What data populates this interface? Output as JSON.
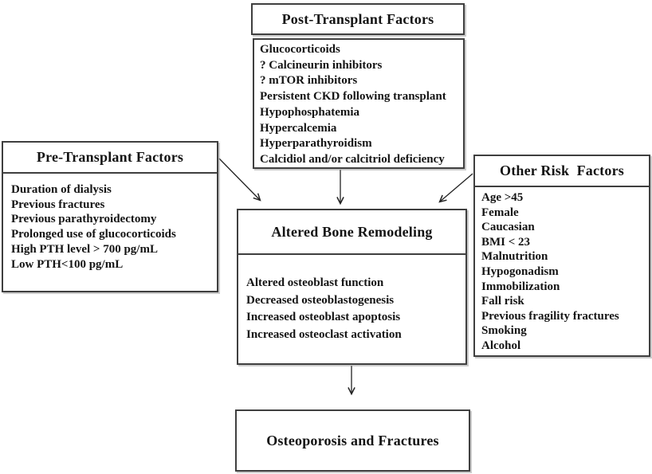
{
  "diagram": {
    "post_transplant": {
      "title": "Post-Transplant Factors",
      "items": [
        "Glucocorticoids",
        "? Calcineurin inhibitors",
        "? mTOR inhibitors",
        "Persistent CKD following transplant",
        "Hypophosphatemia",
        "Hypercalcemia",
        "Hyperparathyroidism",
        "Calcidiol and/or calcitriol deficiency"
      ]
    },
    "pre_transplant": {
      "title": "Pre-Transplant Factors",
      "items": [
        "Duration of dialysis",
        "Previous fractures",
        "Previous parathyroidectomy",
        "Prolonged use of glucocorticoids",
        "High PTH level > 700 pg/mL",
        "Low PTH<100 pg/mL"
      ]
    },
    "other_risk": {
      "title": "Other Risk  Factors",
      "items": [
        "Age >45",
        "Female",
        "Caucasian",
        "BMI < 23",
        "Malnutrition",
        "Hypogonadism",
        "Immobilization",
        "Fall risk",
        "Previous fragility fractures",
        "Smoking",
        "Alcohol"
      ]
    },
    "central": {
      "title": "Altered Bone Remodeling",
      "items": [
        "Altered osteoblast function",
        "Decreased osteoblastogenesis",
        "Increased osteoblast apoptosis",
        "Increased osteoclast activation"
      ]
    },
    "outcome": {
      "title": "Osteoporosis and Fractures"
    }
  },
  "colors": {
    "background": "#ffffff",
    "border": "#3f3f3f",
    "text": "#141414",
    "arrow": "#222222"
  }
}
